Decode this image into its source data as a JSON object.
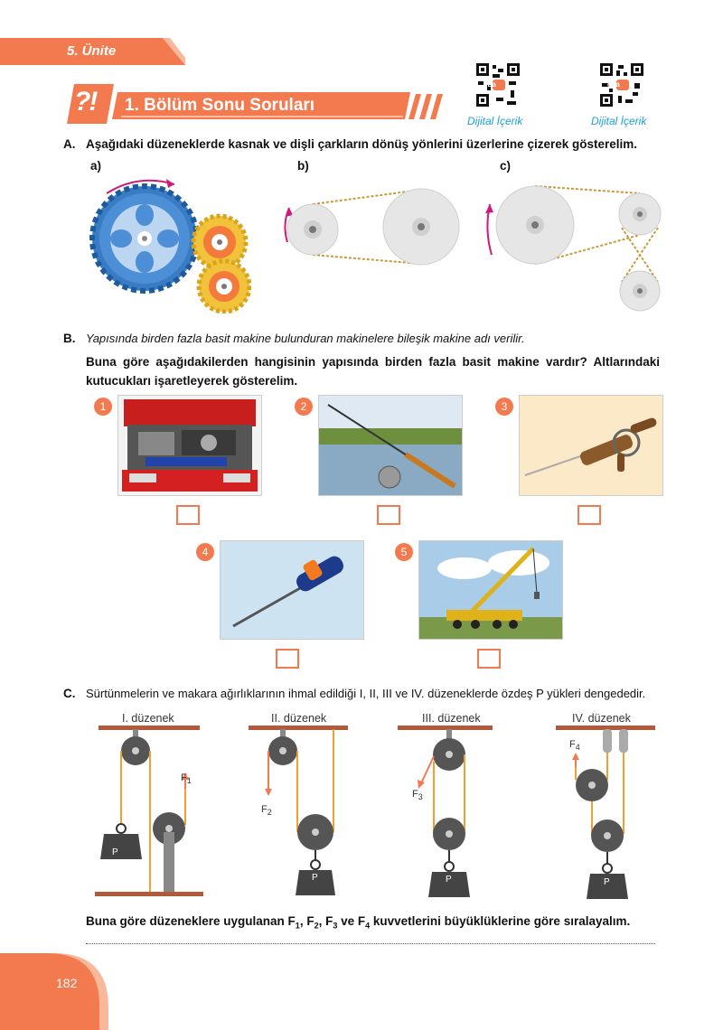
{
  "unit": {
    "label": "5. Ünite"
  },
  "section": {
    "badge": "?!",
    "title": "1. Bölüm Sonu Soruları"
  },
  "digital": [
    {
      "caption": "Dijital İçerik",
      "logo": "eba"
    },
    {
      "caption": "Dijital İçerik",
      "logo": "eba"
    }
  ],
  "questions": {
    "A": {
      "num": "A.",
      "text": "Aşağıdaki düzeneklerde kasnak ve dişli çarkların dönüş yönlerini üzerlerine çizerek gösterelim.",
      "labels": [
        "a)",
        "b)",
        "c)"
      ]
    },
    "B": {
      "num": "B.",
      "intro": "Yapısında birden fazla basit makine bulunduran makinelere bileşik makine adı verilir.",
      "text": "Buna göre aşağıdakilerden hangisinin yapısında birden fazla basit makine vardır? Altlarındaki kutucukları işaretleyerek gösterelim.",
      "items": [
        {
          "num": "1",
          "subject": "car-engine"
        },
        {
          "num": "2",
          "subject": "fishing-rod"
        },
        {
          "num": "3",
          "subject": "hand-drill"
        },
        {
          "num": "4",
          "subject": "screwdriver"
        },
        {
          "num": "5",
          "subject": "crane"
        }
      ]
    },
    "C": {
      "num": "C.",
      "text": "Sürtünmelerin ve makara ağırlıklarının ihmal edildiği I, II, III ve IV. düzeneklerde özdeş P yükleri dengededir.",
      "rigs": [
        {
          "title": "I. düzenek",
          "force": "F",
          "sub": "1"
        },
        {
          "title": "II. düzenek",
          "force": "F",
          "sub": "2"
        },
        {
          "title": "III. düzenek",
          "force": "F",
          "sub": "3"
        },
        {
          "title": "IV. düzenek",
          "force": "F",
          "sub": "4"
        }
      ],
      "load": "P",
      "ask_pre": "Buna göre düzeneklere uygulanan F",
      "ask_parts": [
        "1",
        ", F",
        "2",
        ", F",
        "3",
        " ve F",
        "4",
        " kuvvetlerini büyüklüklerine göre sıralayalım."
      ]
    }
  },
  "page": {
    "number": "182"
  },
  "colors": {
    "accent": "#f37a4f",
    "blue_gear": "#3a7cc4",
    "rope": "#f0a030",
    "magenta": "#d0187a"
  }
}
